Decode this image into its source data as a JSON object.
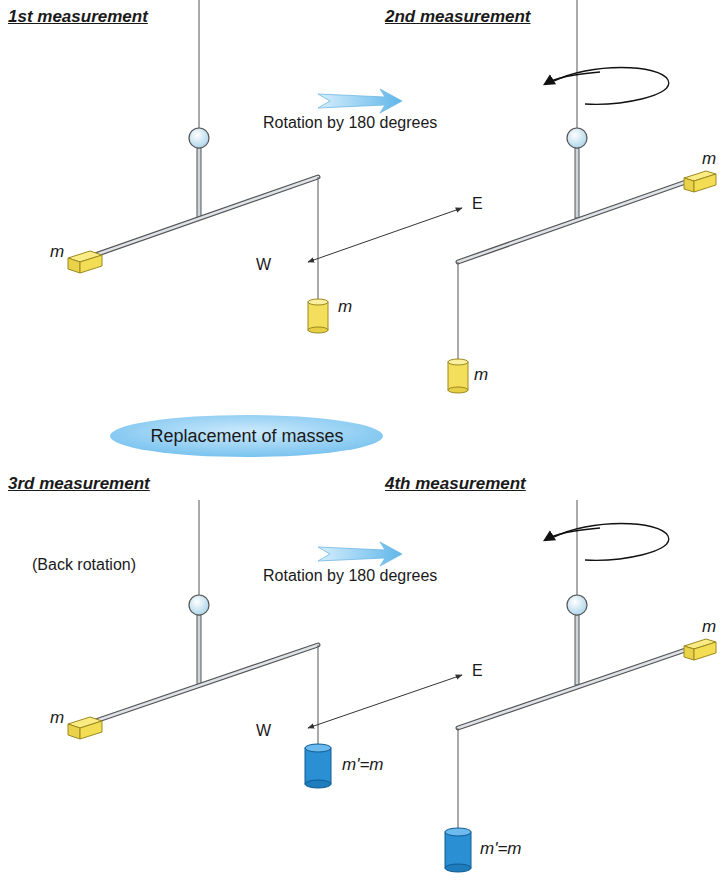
{
  "diagram": {
    "nodes": [
      {
        "text": [
          "Replacement of masses"
        ]
      }
    ],
    "labels": [
      "1st measurement",
      "2nd measurement",
      "Rotation by 180 degrees",
      "m",
      "E",
      "W",
      "m",
      "m",
      "m",
      "3rd measurement",
      "4th measurement",
      "(Back rotation)",
      "Rotation by 180 degrees",
      "m",
      "E",
      "W",
      "m'=m",
      "m",
      "m'=m"
    ]
  }
}
